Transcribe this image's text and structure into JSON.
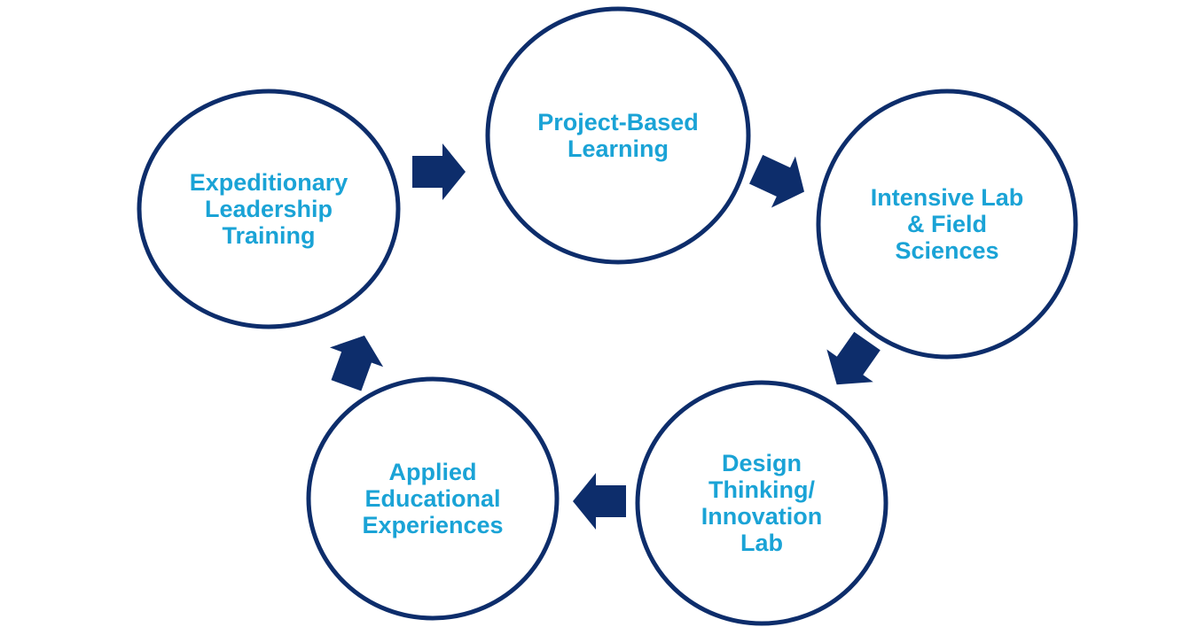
{
  "colors": {
    "circle_stroke": "#0d2d6b",
    "circle_fill": "#ffffff",
    "label": "#1aa3d6",
    "arrow": "#0d2d6b"
  },
  "nodes": [
    {
      "id": "project-based-learning",
      "lines": [
        "Project-Based",
        "Learning"
      ]
    },
    {
      "id": "intensive-lab-field-sciences",
      "lines": [
        "Intensive Lab",
        "& Field",
        "Sciences"
      ]
    },
    {
      "id": "design-thinking-innovation-lab",
      "lines": [
        "Design",
        "Thinking/",
        "Innovation",
        "Lab"
      ]
    },
    {
      "id": "applied-educational-experiences",
      "lines": [
        "Applied",
        "Educational",
        "Experiences"
      ]
    },
    {
      "id": "expeditionary-leadership-training",
      "lines": [
        "Expeditionary",
        "Leadership",
        "Training"
      ]
    }
  ],
  "edges": [
    {
      "from": "expeditionary-leadership-training",
      "to": "project-based-learning"
    },
    {
      "from": "project-based-learning",
      "to": "intensive-lab-field-sciences"
    },
    {
      "from": "intensive-lab-field-sciences",
      "to": "design-thinking-innovation-lab"
    },
    {
      "from": "design-thinking-innovation-lab",
      "to": "applied-educational-experiences"
    },
    {
      "from": "applied-educational-experiences",
      "to": "expeditionary-leadership-training"
    }
  ]
}
